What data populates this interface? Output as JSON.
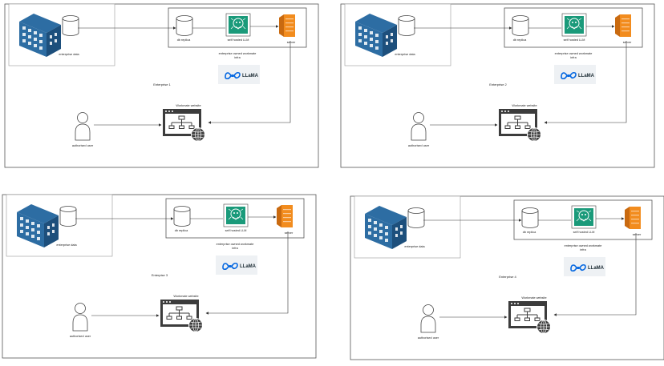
{
  "panels": [
    {
      "title": "Enterprise 1",
      "enterprise_data_label": "enterprise data",
      "db_replica_label": "db replica",
      "llm_label": "self hosted LLM",
      "server_label": "server",
      "infra_label_line1": "enterprise owned workmate",
      "infra_label_line2": "infra",
      "llama_label": "LLaMA",
      "website_label": "Workmate website",
      "user_label": "authorised user"
    },
    {
      "title": "Enterprise 2",
      "enterprise_data_label": "enterprise data",
      "db_replica_label": "db replica",
      "llm_label": "self hosted LLM",
      "server_label": "server",
      "infra_label_line1": "enterprise owned workmate",
      "infra_label_line2": "infra",
      "llama_label": "LLaMA",
      "website_label": "Workmate website",
      "user_label": "authorised user"
    },
    {
      "title": "Enterpise 3",
      "enterprise_data_label": "enterprise data",
      "db_replica_label": "db replica",
      "llm_label": "self hosted LLM",
      "server_label": "server",
      "infra_label_line1": "enterprise owned workmate",
      "infra_label_line2": "infra",
      "llama_label": "LLaMA",
      "website_label": "Workmate website",
      "user_label": "authorised user"
    },
    {
      "title": "Enterprise 4",
      "enterprise_data_label": "enterprise data",
      "db_replica_label": "db replica",
      "llm_label": "self hosted LLM",
      "server_label": "server",
      "infra_label_line1": "enterprise owned workmate",
      "infra_label_line2": "infra",
      "llama_label": "LLaMA",
      "website_label": "Workmate website",
      "user_label": "authorised user"
    }
  ],
  "colors": {
    "building": "#2d6da3",
    "building_dark": "#1d4f7c",
    "llm_green": "#1a9a7a",
    "server_orange": "#f28c1e",
    "server_dark": "#c96a10",
    "icon_dark": "#3c3c3c",
    "line": "#333333",
    "llama_bg": "#eef1f4",
    "llama_blue": "#0668e1"
  }
}
